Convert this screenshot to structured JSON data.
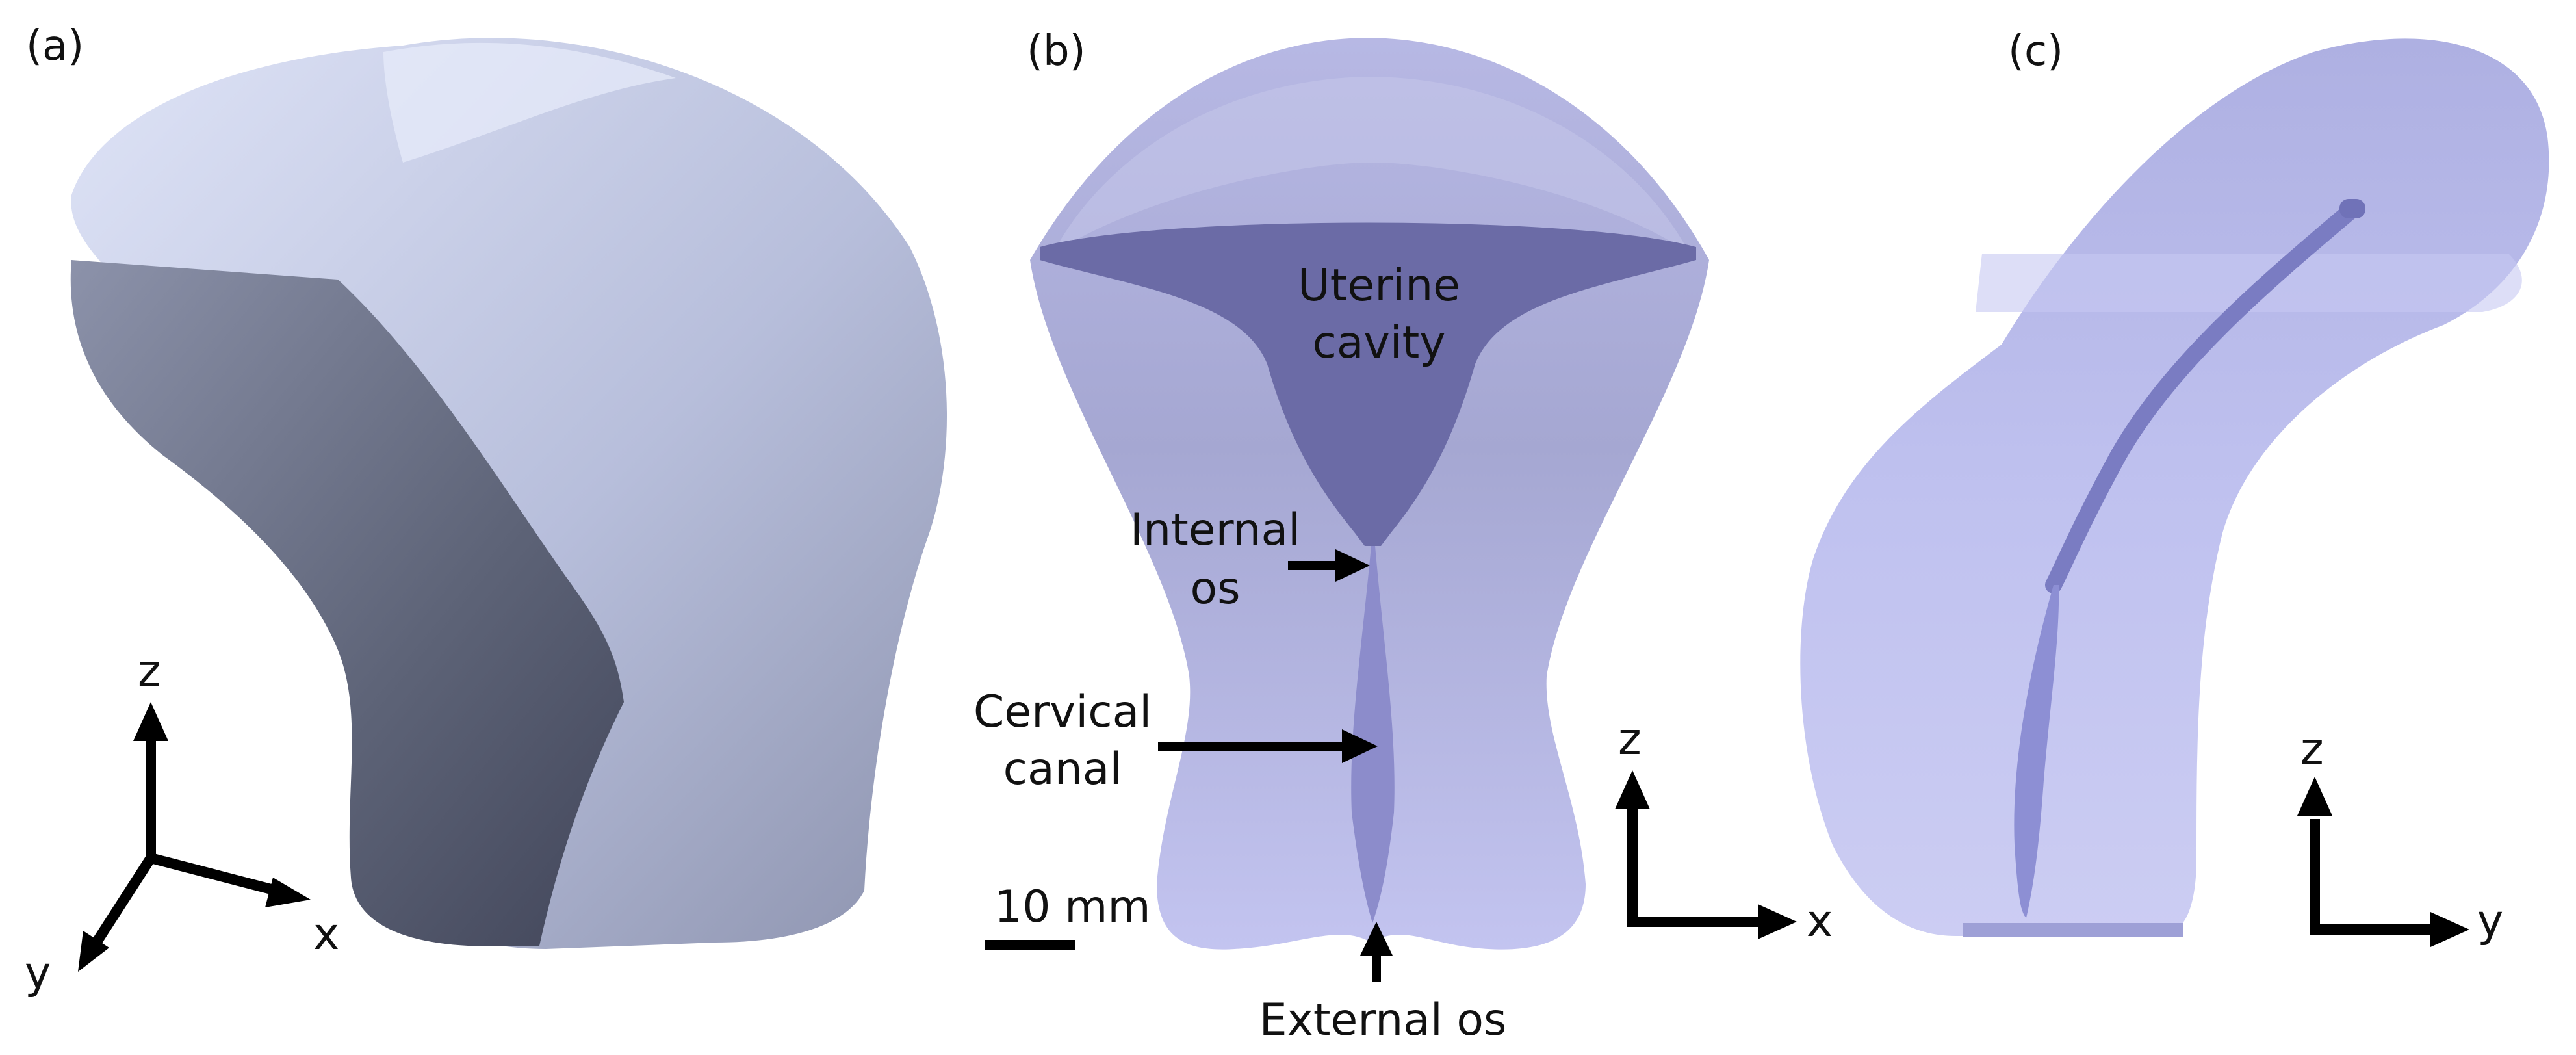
{
  "panels": {
    "a": {
      "label": "(a)"
    },
    "b": {
      "label": "(b)"
    },
    "c": {
      "label": "(c)"
    }
  },
  "annotations": {
    "uterine_cavity": [
      "Uterine",
      "cavity"
    ],
    "internal_os": [
      "Internal",
      "os"
    ],
    "cervical_canal": [
      "Cervical",
      "canal"
    ],
    "external_os": "External os",
    "scale_bar": "10 mm"
  },
  "axes": {
    "a": {
      "z": "z",
      "x": "x",
      "y": "y"
    },
    "b": {
      "z": "z",
      "x": "x"
    },
    "c": {
      "z": "z",
      "y": "y"
    }
  },
  "colors": {
    "solid_light": "#c9cfea",
    "solid_dark": "#545a6e",
    "translucent_body": "#a9acd8",
    "cavity": "#6e6ea8",
    "arrow": "#000000"
  }
}
